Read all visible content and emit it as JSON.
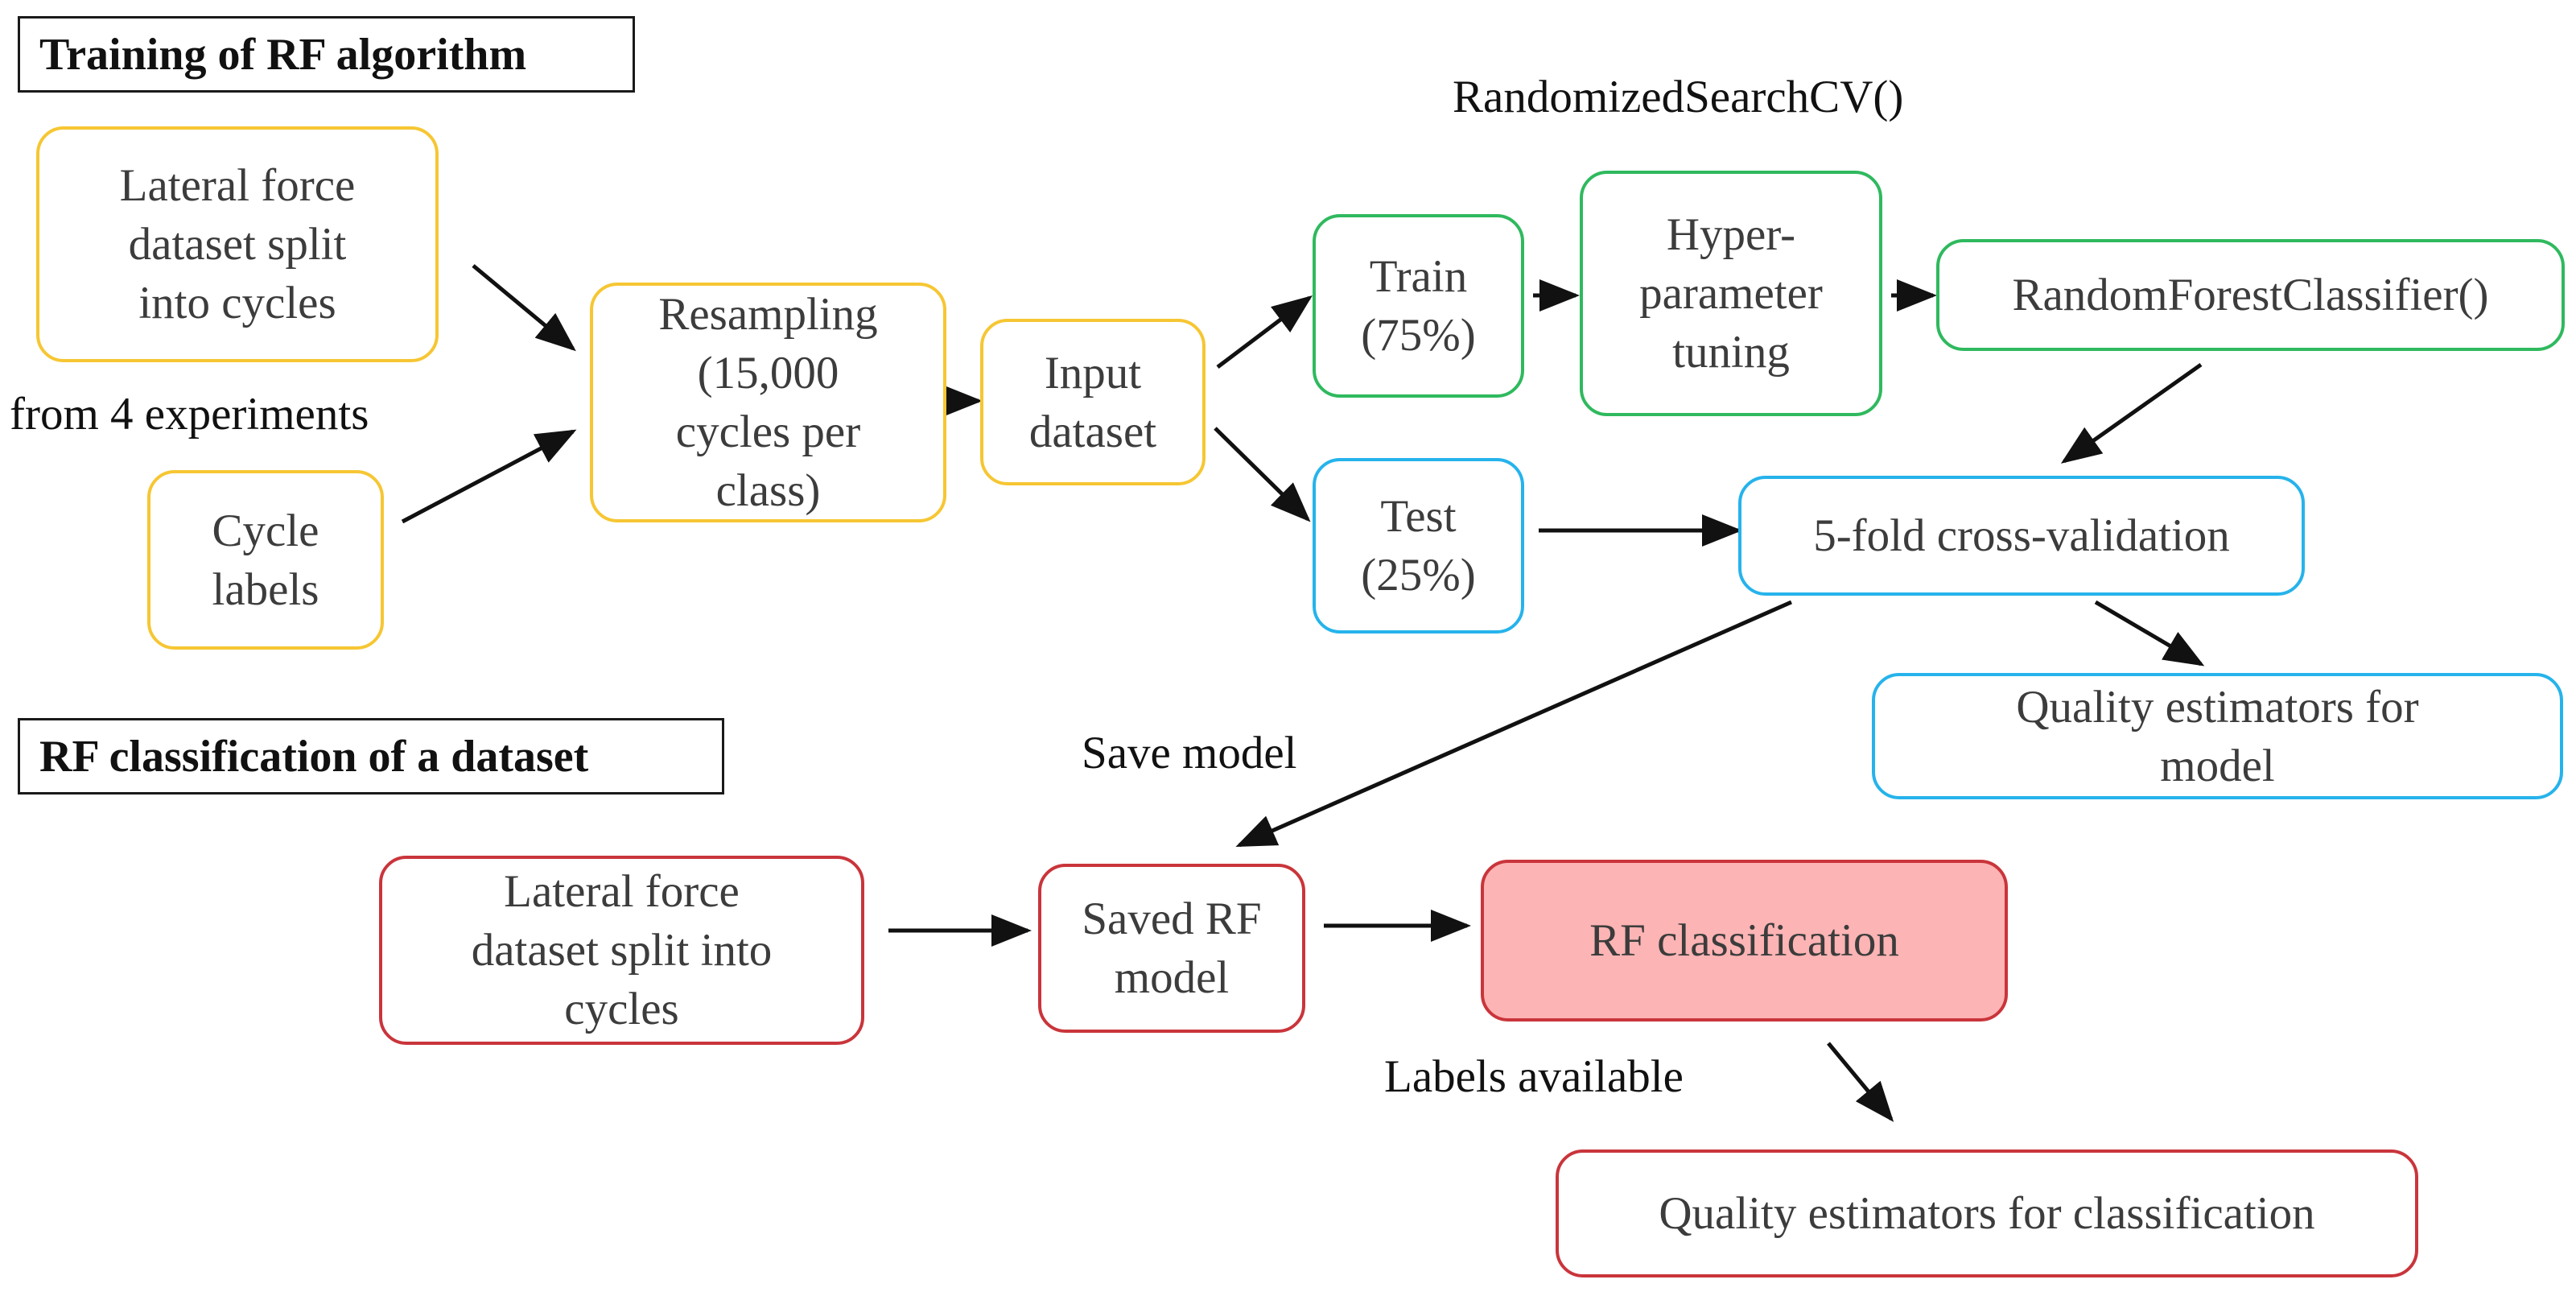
{
  "sections": {
    "training": "Training of RF algorithm",
    "classification": "RF classification of a dataset"
  },
  "nodes": {
    "lateral_split_cycles": "Lateral force\ndataset split\ninto cycles",
    "cycle_labels": "Cycle\nlabels",
    "resampling": "Resampling\n(15,000\ncycles per\nclass)",
    "input_dataset": "Input\ndataset",
    "train": "Train\n(75%)",
    "test": "Test\n(25%)",
    "hyperparameter_tuning": "Hyper-\nparameter\ntuning",
    "rf_classifier": "RandomForestClassifier()",
    "cross_validation": "5-fold cross-validation",
    "quality_model": "Quality estimators for\nmodel",
    "lateral_split_cycles_2": "Lateral force\ndataset split into\ncycles",
    "saved_rf_model": "Saved RF\nmodel",
    "rf_classification": "RF classification",
    "quality_classification": "Quality estimators for classification"
  },
  "labels": {
    "from_experiments": "from 4 experiments",
    "randomized_search": "RandomizedSearchCV()",
    "save_model": "Save model",
    "labels_available": "Labels available"
  },
  "colors": {
    "yellow": "#f6c633",
    "green": "#2fb95e",
    "blue": "#26b3eb",
    "red": "#c9353b",
    "rf_classification_fill": "#fdb4b4",
    "arrow": "#111111"
  }
}
